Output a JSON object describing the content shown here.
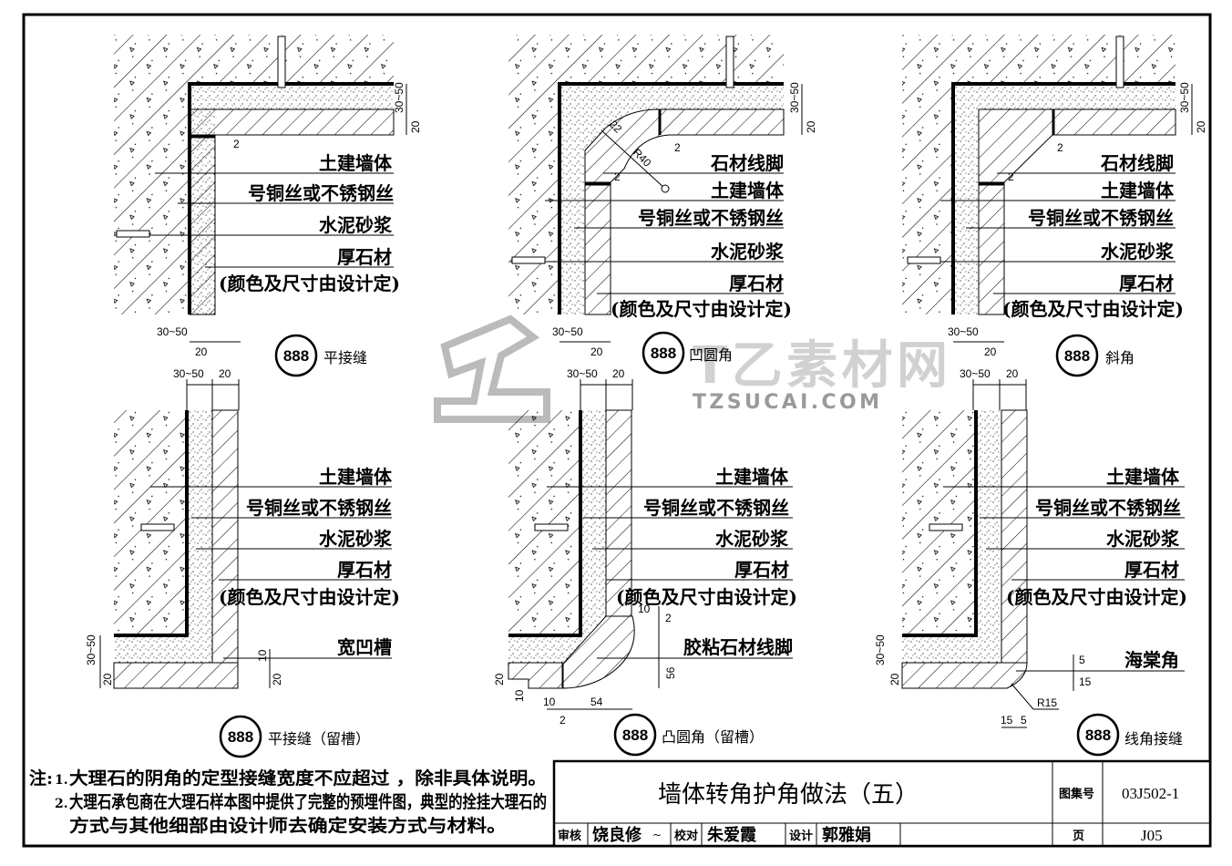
{
  "sheet": {
    "colors": {
      "ink": "#000000",
      "watermark": "#9a9a9a",
      "paper": "#ffffff"
    }
  },
  "labels": {
    "wall": "土建墙体",
    "wire": "号铜丝或不锈钢丝",
    "mortar": "水泥砂浆",
    "stone": "厚石材",
    "stone_note": "(颜色及尺寸由设计定)",
    "skirting": "石材线脚",
    "wide_groove": "宽凹槽",
    "glued_skirting": "胶粘石材线脚",
    "begonia_corner": "海棠角"
  },
  "details": [
    {
      "bubble": "888",
      "caption": "平接缝"
    },
    {
      "bubble": "888",
      "caption": "凹圆角"
    },
    {
      "bubble": "888",
      "caption": "斜角"
    },
    {
      "bubble": "888",
      "caption": "平接缝（留槽）"
    },
    {
      "bubble": "888",
      "caption": "凸圆角（留槽）"
    },
    {
      "bubble": "888",
      "caption": "线角接缝"
    }
  ],
  "dims": {
    "d3050": "30~50",
    "d20": "20",
    "d2": "2",
    "d22": "22",
    "r40": "R40",
    "d10": "10",
    "d56": "56",
    "d54": "54",
    "d5": "5",
    "d15": "15",
    "r15": "R15"
  },
  "notes": {
    "prefix": "注:",
    "n1_num": "1.",
    "n1": "大理石的阴角的定型接缝宽度不应超过          ，除非具体说明。",
    "n2_num": "2.",
    "n2a": "大理石承包商在大理石样本图中提供了完整的预埋件图，典型的拴挂大理石的",
    "n2b": "方式与其他细部由设计师去确定安装方式与材料。"
  },
  "title_block": {
    "title": "墙体转角护角做法（五）",
    "atlas_label": "图集号",
    "atlas_no": "03J502-1",
    "page_label": "页",
    "page_no": "J05",
    "review_label": "审核",
    "reviewer": "饶良修",
    "check_label": "校对",
    "checker": "朱爱霞",
    "design_label": "设计",
    "designer": "郭雅娟"
  },
  "watermark": {
    "brand": "T乙素材网",
    "url": "TZSUCAI.COM"
  }
}
